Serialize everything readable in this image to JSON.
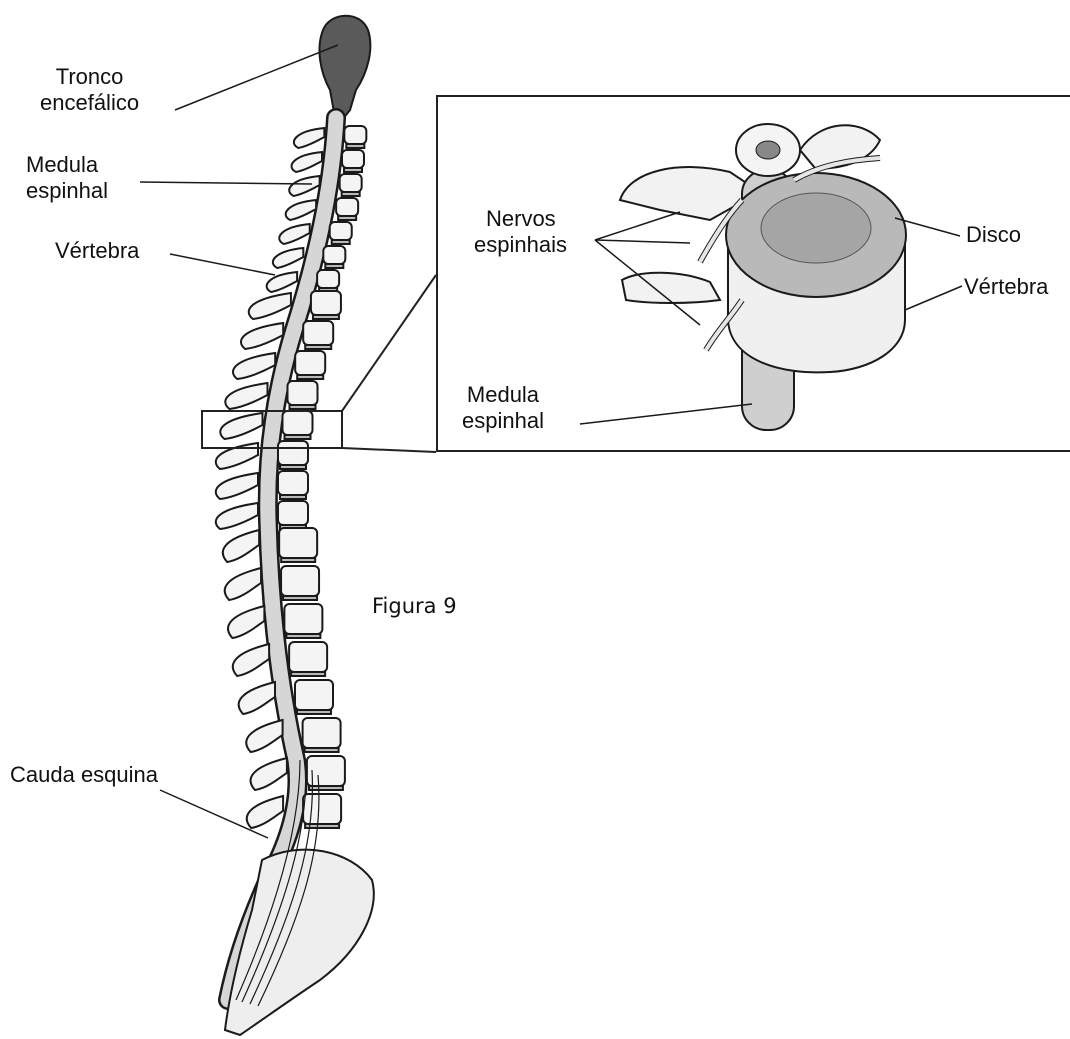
{
  "labels": {
    "tronco_line1": "Tronco",
    "tronco_line2": "encefálico",
    "medula_line1": "Medula",
    "medula_line2": "espinhal",
    "vertebra": "Vértebra",
    "cauda": "Cauda esquina",
    "nervos_line1": "Nervos",
    "nervos_line2": "espinhais",
    "disco": "Disco",
    "vertebra_inset": "Vértebra",
    "medula_inset_line1": "Medula",
    "medula_inset_line2": "espinhal"
  },
  "caption": "Figura 9",
  "colors": {
    "line": "#1a1a1a",
    "bone_fill": "#f4f4f4",
    "disc_fill": "#b9b9b9",
    "brainstem_fill": "#555555",
    "cord_fill": "#d6d6d6"
  }
}
